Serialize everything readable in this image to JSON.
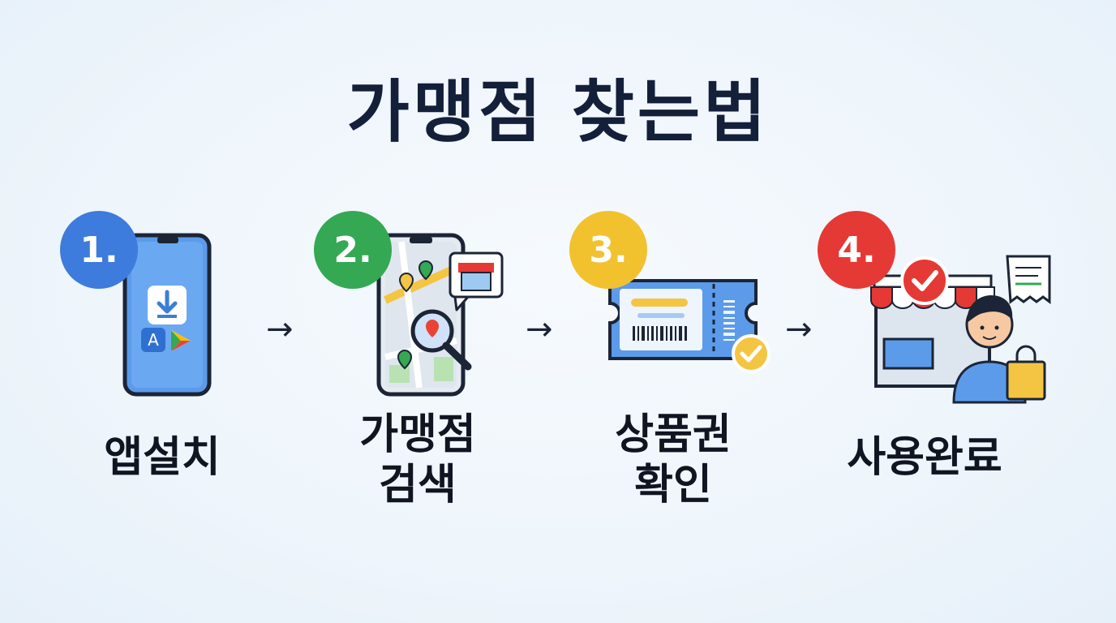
{
  "title": "가맹점 찾는법",
  "arrow_glyph": "→",
  "steps": [
    {
      "number": "1.",
      "label": "앱설치",
      "color": "#3d7bdc"
    },
    {
      "number": "2.",
      "label": "가맹점\n검색",
      "color": "#34a853"
    },
    {
      "number": "3.",
      "label": "상품권\n확인",
      "color": "#f2c12e"
    },
    {
      "number": "4.",
      "label": "사용완료",
      "color": "#e53935"
    }
  ]
}
